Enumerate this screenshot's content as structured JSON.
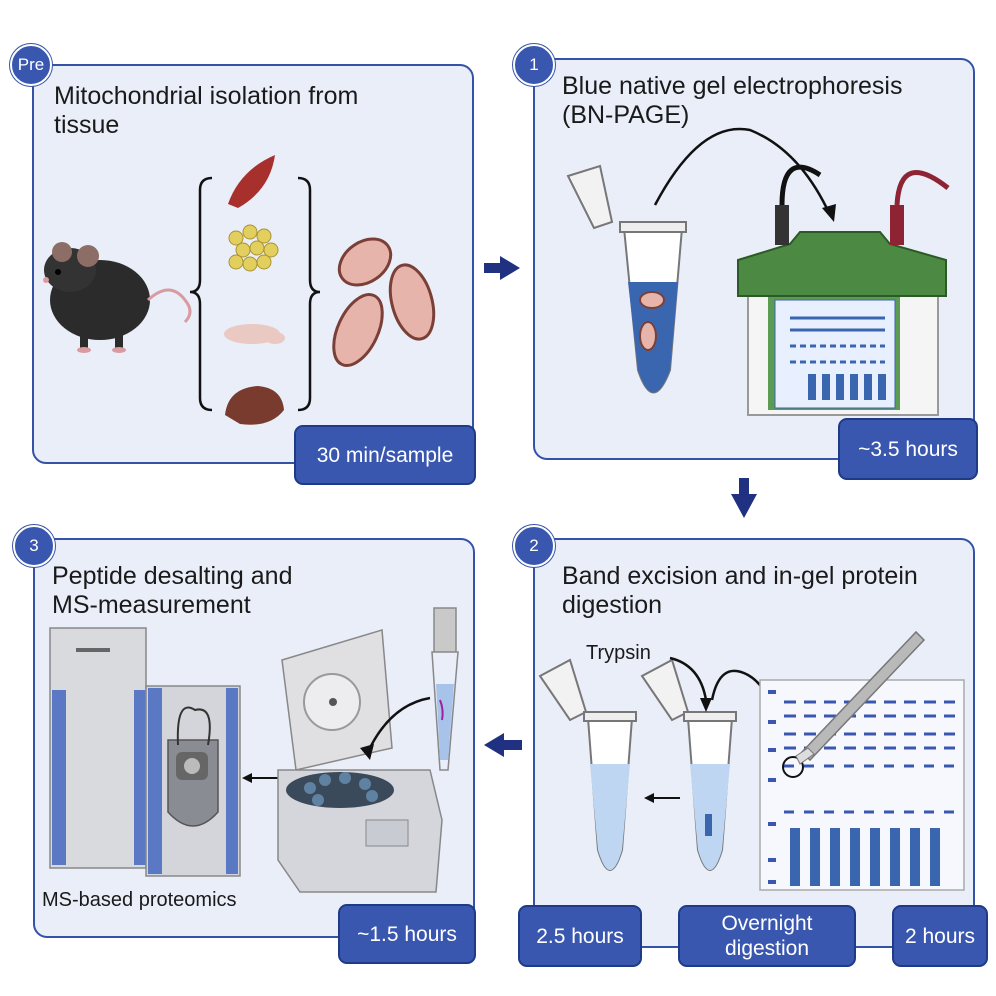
{
  "panels": {
    "pre": {
      "badge": "Pre",
      "title_line1": "Mitochondrial isolation from",
      "title_line2": "tissue",
      "time": "30 min/sample"
    },
    "step1": {
      "badge": "1",
      "title_line1": "Blue native gel electrophoresis",
      "title_line2": "(BN-PAGE)",
      "time": "~3.5 hours"
    },
    "step2": {
      "badge": "2",
      "title_line1": "Band excision and in-gel protein",
      "title_line2": "digestion",
      "reagent_label": "Trypsin",
      "times": [
        "2.5 hours",
        "Overnight",
        "digestion",
        "2 hours"
      ]
    },
    "step3": {
      "badge": "3",
      "title_line1": "Peptide desalting and",
      "title_line2": "MS-measurement",
      "instrument_label": "MS-based proteomics",
      "time": "~1.5 hours"
    }
  },
  "colors": {
    "panel_fill": "#e9eef9",
    "panel_border": "#3553a6",
    "accent": "#3a57b0",
    "arrow": "#1f3180"
  }
}
